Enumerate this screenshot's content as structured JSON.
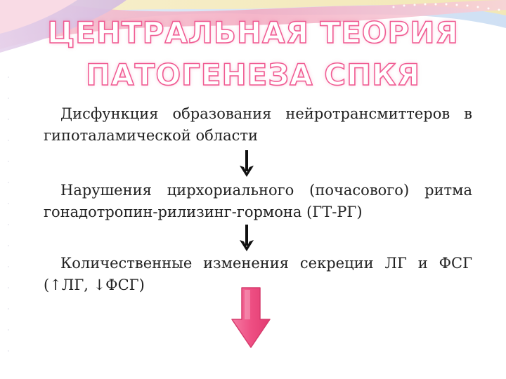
{
  "title": {
    "line1": "ЦЕНТРАЛЬНАЯ ТЕОРИЯ",
    "line2": "ПАТОГЕНЕЗА СПКЯ"
  },
  "paragraphs": [
    "Дисфункция образования нейротрансмиттеров в гипоталамической области",
    "Нарушения цирхориального (почасового) ритма гонадотропин-рилизинг-гормона (ГТ-РГ)",
    "Количественные изменения секреции ЛГ и ФСГ (↑ЛГ, ↓ФСГ)"
  ],
  "colors": {
    "title_outline": "#f05a92",
    "arrow_pink": "#ee4f83",
    "text": "#222222"
  }
}
